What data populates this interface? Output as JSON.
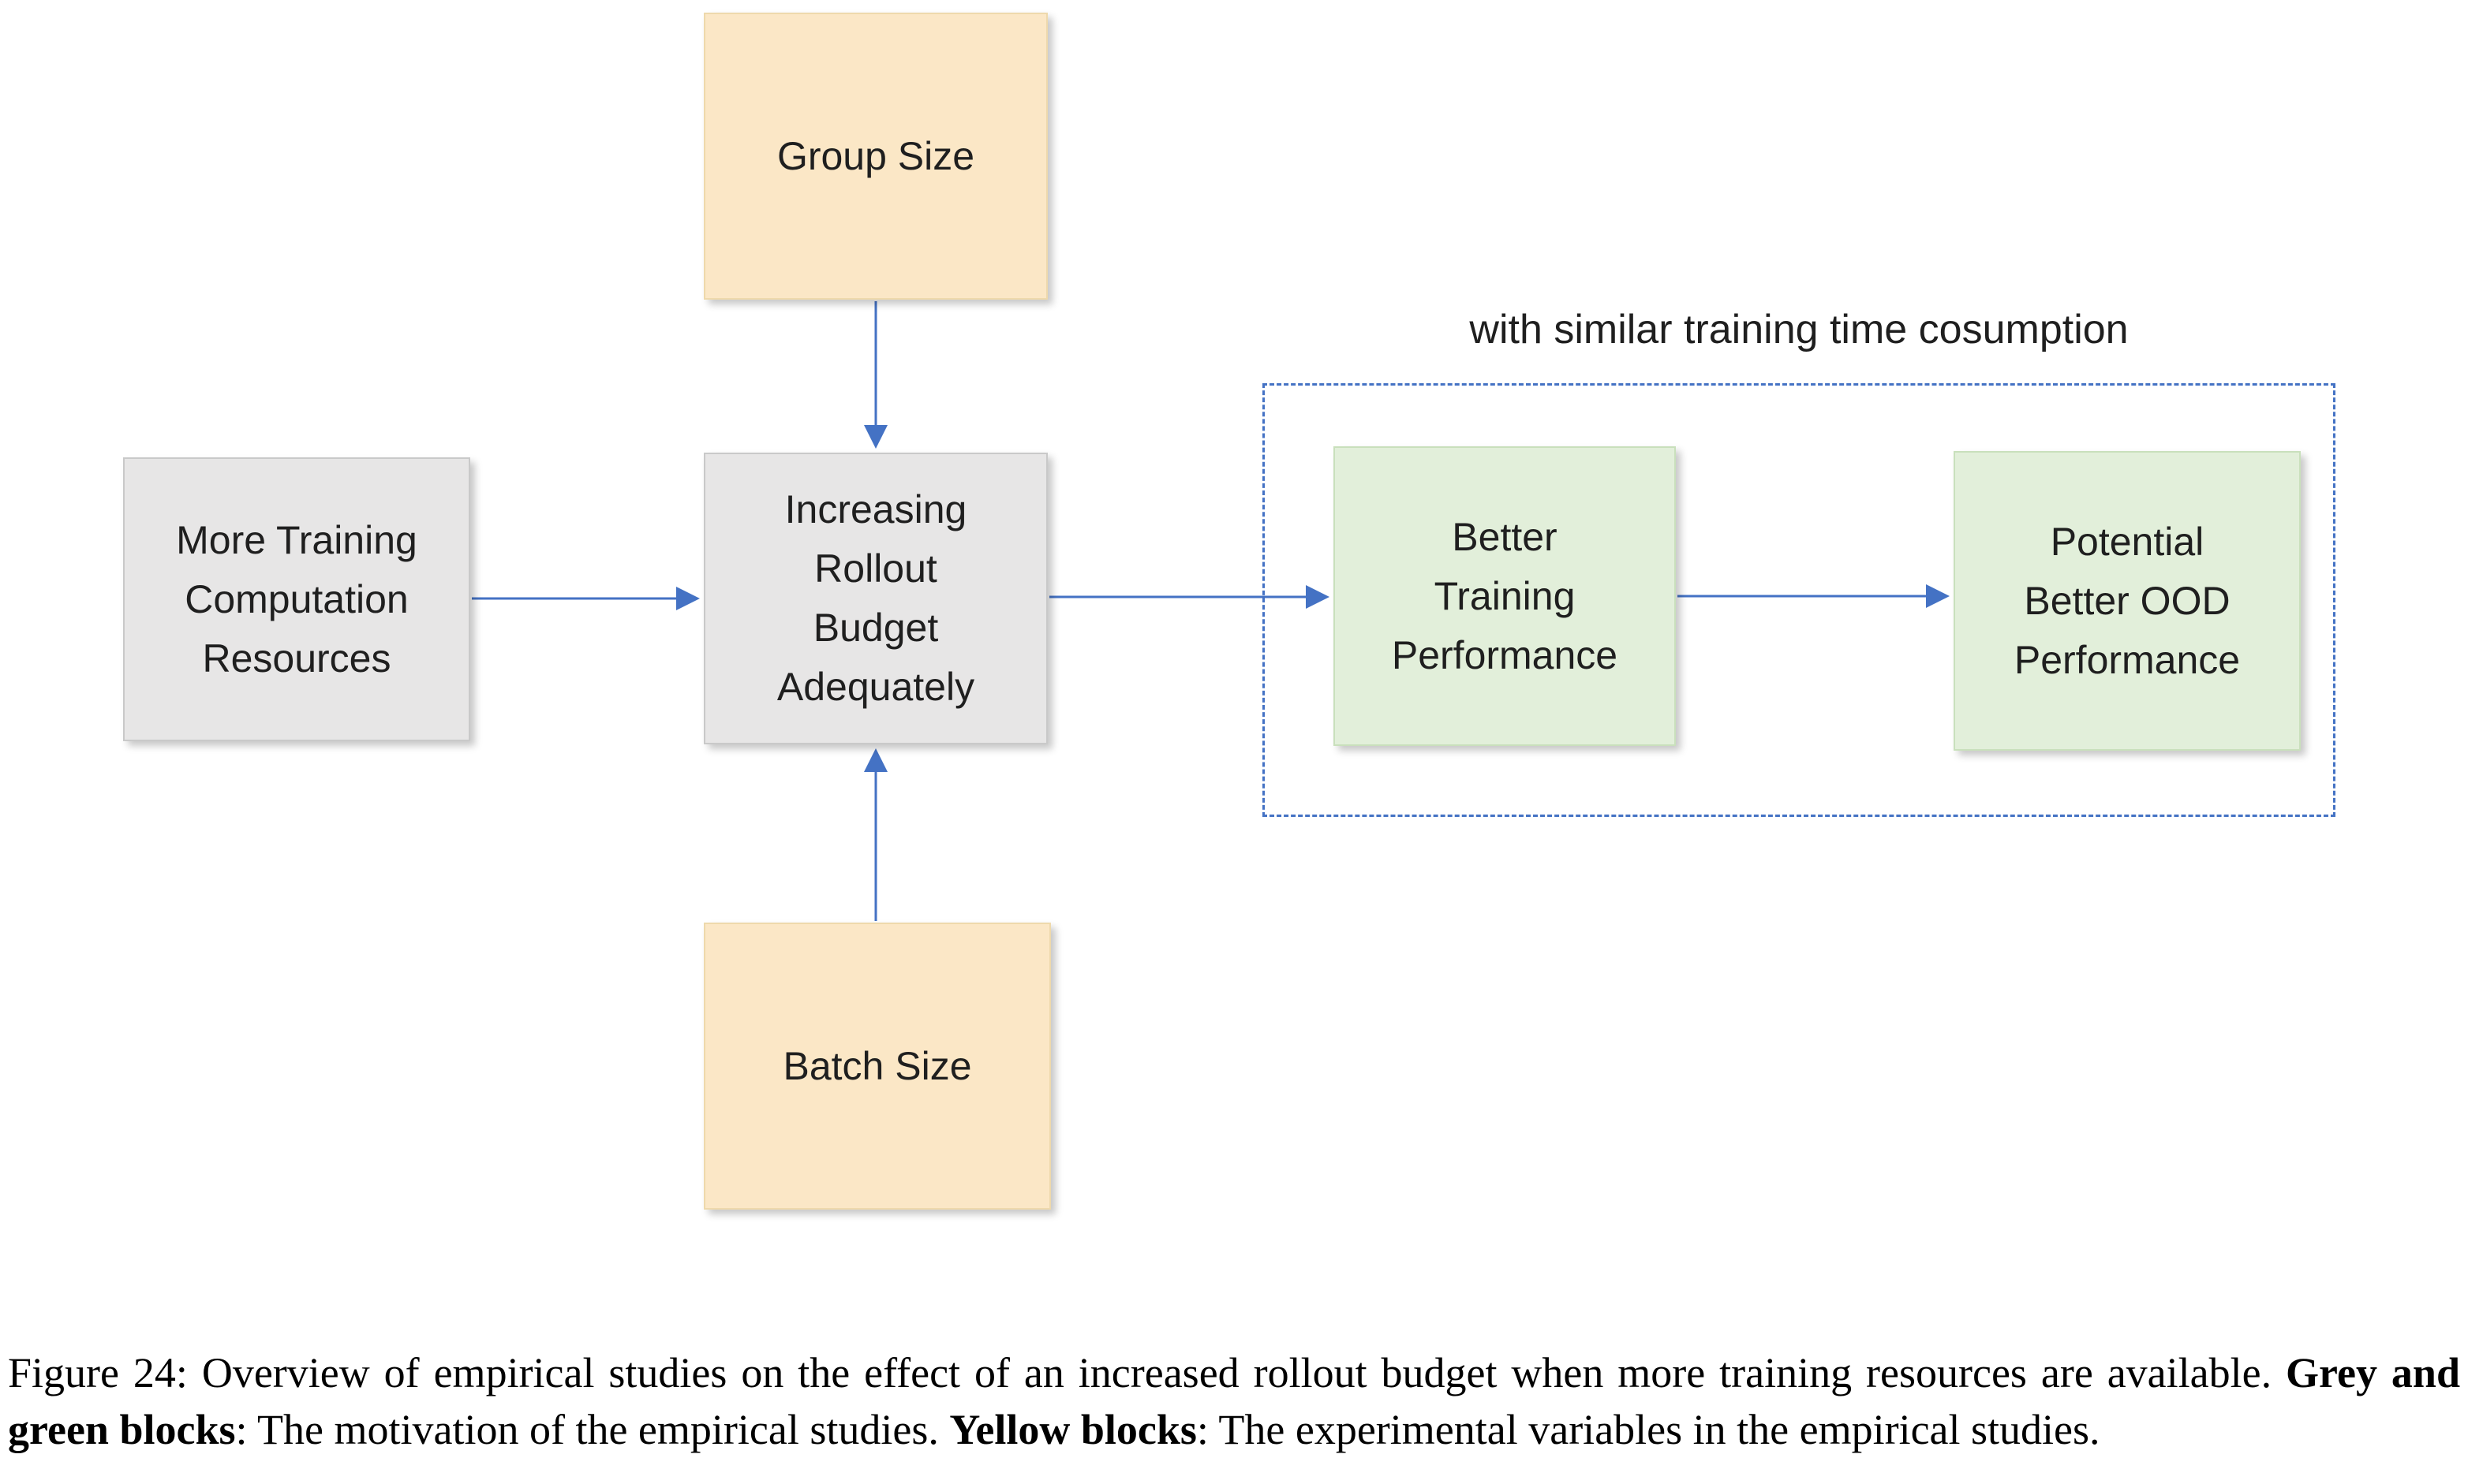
{
  "figure": {
    "boxes": {
      "group_size": {
        "label": "Group Size",
        "fill": "#FBE7C6"
      },
      "more_training": {
        "label": "More Training\nComputation\nResources",
        "fill": "#E7E6E6"
      },
      "increasing_rollout": {
        "label": "Increasing\nRollout\nBudget\nAdequately",
        "fill": "#E7E6E6"
      },
      "better_training": {
        "label": "Better\nTraining\nPerformance",
        "fill": "#E2EFDA"
      },
      "potential_ood": {
        "label": "Potential\nBetter OOD\nPerformance",
        "fill": "#E2EFDA"
      },
      "batch_size": {
        "label": "Batch Size",
        "fill": "#FBE7C6"
      }
    },
    "dashed_group_label": "with similar training time cosumption",
    "colors": {
      "arrow": "#4472C4",
      "dashed_border": "#4472C4",
      "yellow_fill": "#FBE7C6",
      "grey_fill": "#E7E6E6",
      "green_fill": "#E2EFDA",
      "text": "#1F1F1F"
    }
  },
  "caption": {
    "prefix": "Figure 24: ",
    "part1": "Overview of empirical studies on the effect of an increased rollout budget when more training resources are available. ",
    "bold1": "Grey and green blocks",
    "part2": ": The motivation of the empirical studies. ",
    "bold2": "Yellow blocks",
    "part3": ": The experimental variables in the empirical studies."
  }
}
